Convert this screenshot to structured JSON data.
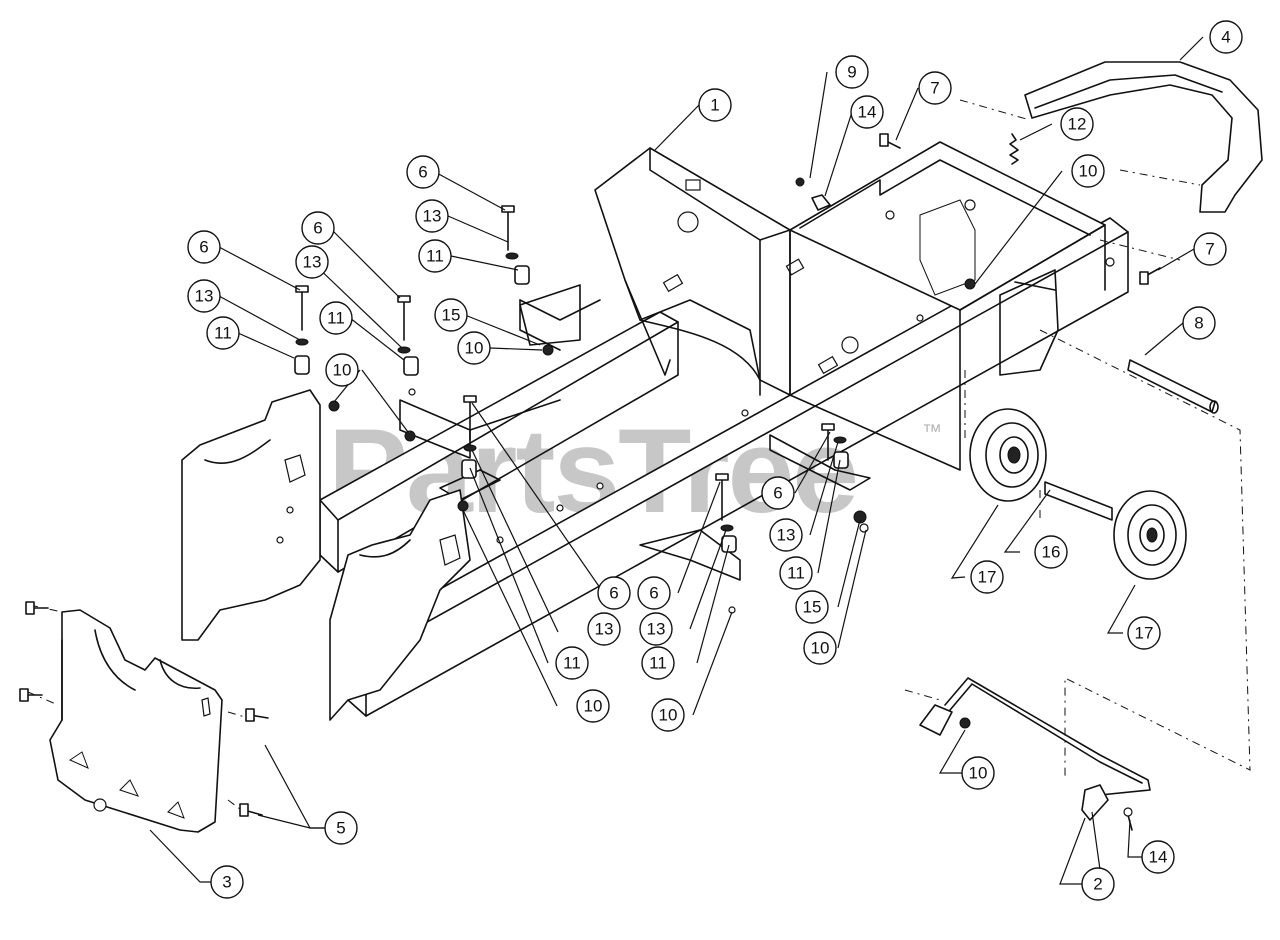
{
  "watermark": {
    "text": "PartsTree",
    "trademark": "™"
  },
  "callouts": [
    {
      "label": "1",
      "part": "frame"
    },
    {
      "label": "2",
      "part": "rod"
    },
    {
      "label": "3",
      "part": "side-panel-left"
    },
    {
      "label": "4",
      "part": "rear-bumper"
    },
    {
      "label": "5",
      "part": "bolt"
    },
    {
      "label": "6",
      "part": "bolt"
    },
    {
      "label": "7",
      "part": "bolt"
    },
    {
      "label": "8",
      "part": "axle-pin"
    },
    {
      "label": "9",
      "part": "nut"
    },
    {
      "label": "10",
      "part": "nut"
    },
    {
      "label": "11",
      "part": "spacer"
    },
    {
      "label": "12",
      "part": "spring"
    },
    {
      "label": "13",
      "part": "washer"
    },
    {
      "label": "14",
      "part": "clip"
    },
    {
      "label": "15",
      "part": "nut"
    },
    {
      "label": "16",
      "part": "axle"
    },
    {
      "label": "17",
      "part": "wheel"
    }
  ]
}
